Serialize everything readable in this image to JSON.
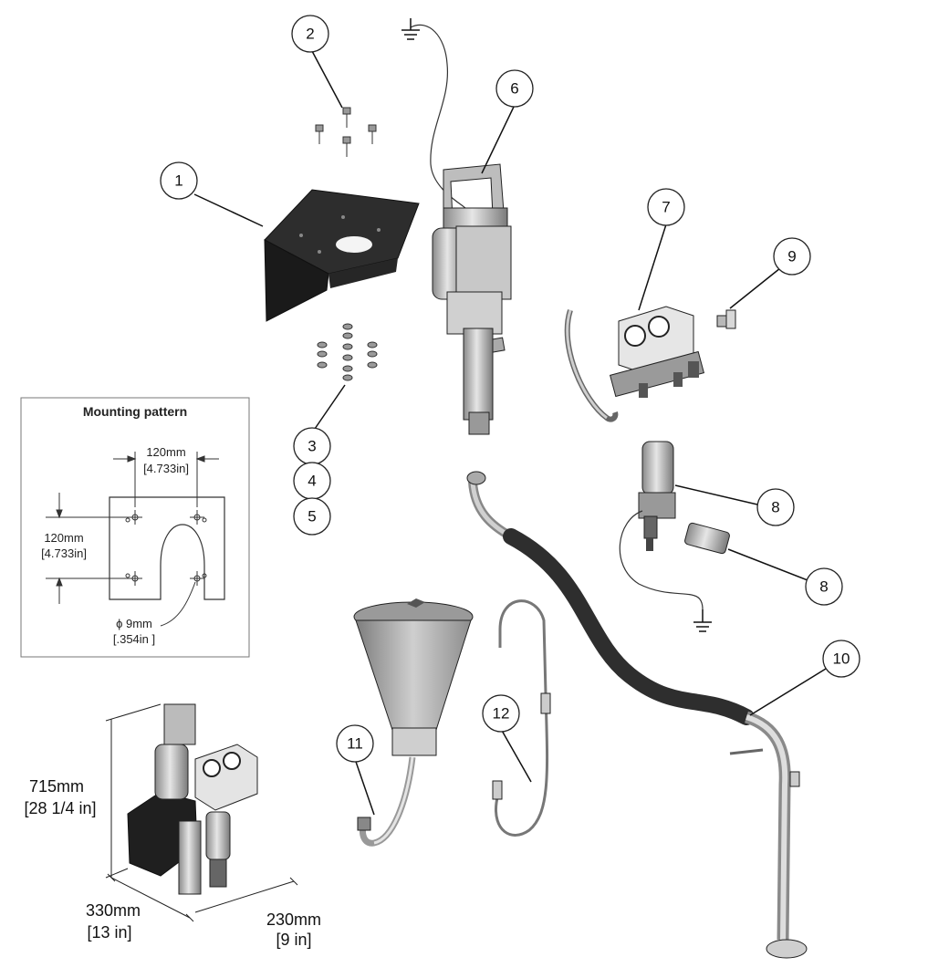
{
  "mounting_pattern": {
    "title": "Mounting pattern",
    "horizontal_spacing": "120mm",
    "horizontal_spacing_in": "[4.733in]",
    "vertical_spacing": "120mm",
    "vertical_spacing_in": "[4.733in]",
    "hole_diameter": "ϕ 9mm",
    "hole_diameter_in": "[.354in ]"
  },
  "overall_dimensions": {
    "height": "715mm",
    "height_in": "[28 1/4 in]",
    "depth": "330mm",
    "depth_in": "[13 in]",
    "width": "230mm",
    "width_in": "[9 in]"
  },
  "callouts": [
    "1",
    "2",
    "3",
    "4",
    "5",
    "6",
    "7",
    "8",
    "8",
    "9",
    "10",
    "11",
    "12"
  ],
  "parts": {
    "p1": "mounting-bracket",
    "p2": "cap-screws",
    "p3": "washers-and-nuts",
    "p6": "pump",
    "p7": "air-regulator-manifold",
    "p8a": "air-filter",
    "p8b": "fitting",
    "p9": "elbow-fitting",
    "p10": "suction-hose-tube",
    "p11": "hopper",
    "p12": "drain-tube"
  },
  "colors": {
    "line": "#222222",
    "metal_light": "#d8d8d8",
    "metal_mid": "#a9a9a9",
    "metal_dark": "#6e6e6e",
    "bracket": "#2b2b2b",
    "hose": "#3a3a3a"
  }
}
